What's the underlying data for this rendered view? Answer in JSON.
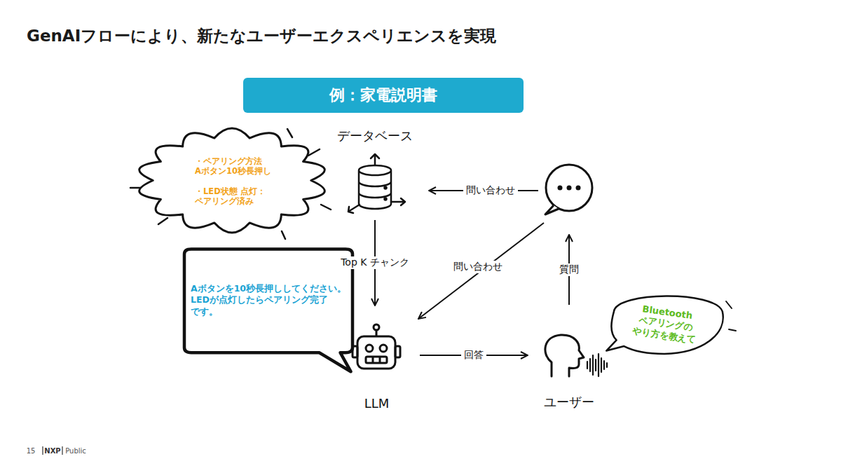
{
  "diagram": {
    "title": "GenAIフローにより、新たなユーザーエクスペリエンスを実現",
    "nodes": [
      {
        "text": [
          "例：家電説明書"
        ]
      },
      {
        "text": [
          "・ペアリング方法 Aボタン10秒長押し",
          "・LED状態 点灯：ペアリング済み"
        ]
      },
      {
        "text": [
          "データベース"
        ]
      },
      {
        "text": [
          "Aボタンを10秒長押ししてください。 LEDが点灯したらペアリング完了 です。"
        ]
      },
      {
        "text": [
          "LLM"
        ]
      },
      {
        "text": [
          "ユーザー"
        ]
      },
      {
        "text": [
          "Bluetooth ペアリングの やり方を教えて"
        ]
      }
    ],
    "edges": [
      {
        "from": 2,
        "to": 4,
        "label": "Top K チャンク",
        "arrow": "to"
      },
      {
        "from": 4,
        "to": 5,
        "label": "回答",
        "arrow": "to"
      }
    ],
    "labels": [
      "問い合わせ",
      "問い合わせ",
      "質問",
      "15",
      "NXP",
      "Public"
    ]
  }
}
